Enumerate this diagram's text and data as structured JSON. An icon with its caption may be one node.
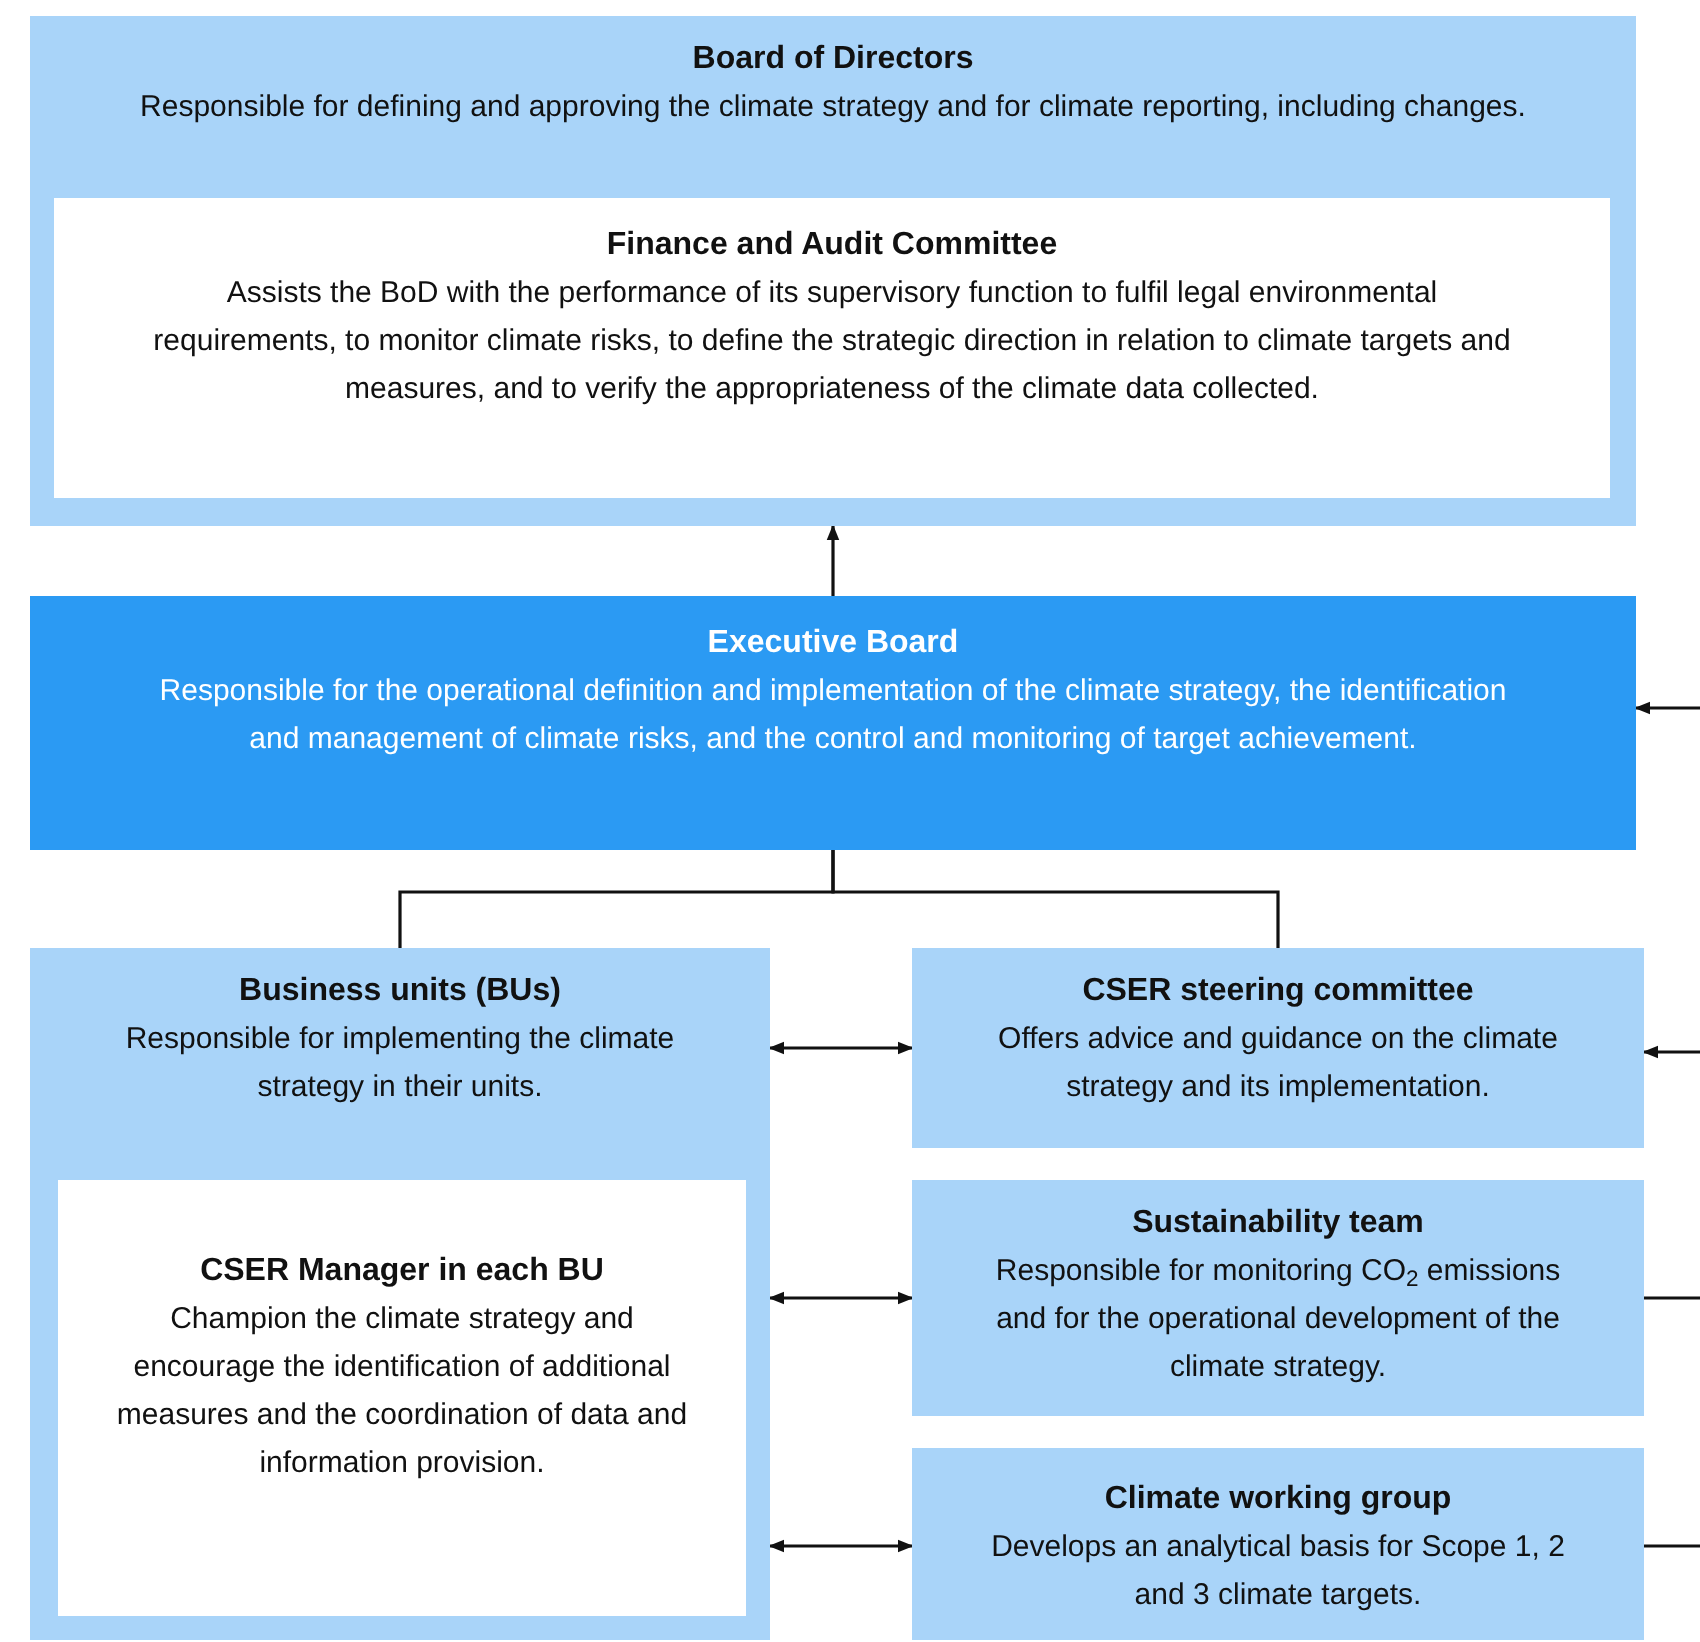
{
  "diagram": {
    "nodes": [
      {
        "text": [
          "Board of Directors",
          "Responsible for defining and approving the climate strategy and for climate reporting, including changes."
        ]
      },
      {
        "text": [
          "Finance and Audit Committee",
          "Assists the BoD with the performance of its supervisory function to fulfil legal environmental requirements, to monitor climate risks, to define the strategic direction in relation to climate targets and measures, and to verify the appropriateness of the climate data collected."
        ],
        "in": 0
      },
      {
        "text": [
          "Executive Board",
          "Responsible for the operational definition and implementation of the climate strategy, the identification and management of climate risks, and the control and monitoring of target achievement."
        ]
      },
      {
        "text": [
          "Business units (BUs)",
          "Responsible for implementing the climate strategy in their units."
        ]
      },
      {
        "text": [
          "CSER Manager in each BU",
          "Champion the climate strategy and encourage the identification of additional measures and the coordination of data and information provision."
        ],
        "in": 3
      },
      {
        "text": [
          "CSER steering committee",
          "Offers advice and guidance on the climate strategy and its implementation."
        ]
      },
      {
        "text": [
          "Sustainability team",
          "Responsible for monitoring CO$_{2}$ emissions and for the operational development of the climate strategy."
        ]
      },
      {
        "text": [
          "Climate working group",
          "Develops an analytical basis for Scope 1, 2 and 3 climate targets."
        ]
      }
    ],
    "edges": [
      {
        "from": 2,
        "to": 0,
        "arrow": "to"
      },
      {
        "from": 2,
        "to": 3,
        "arrow": "none"
      },
      {
        "from": 2,
        "to": 5,
        "arrow": "none"
      },
      {
        "from": 3,
        "to": 5,
        "arrow": "both"
      },
      {
        "from": 3,
        "to": 6,
        "arrow": "both"
      },
      {
        "from": 3,
        "to": 7,
        "arrow": "both"
      },
      {
        "from": null,
        "to": 2,
        "arrow": "to"
      },
      {
        "from": null,
        "to": 5,
        "arrow": "to"
      },
      {
        "from": 6,
        "to": null,
        "arrow": "none"
      },
      {
        "from": 7,
        "to": null,
        "arrow": "none"
      }
    ]
  }
}
